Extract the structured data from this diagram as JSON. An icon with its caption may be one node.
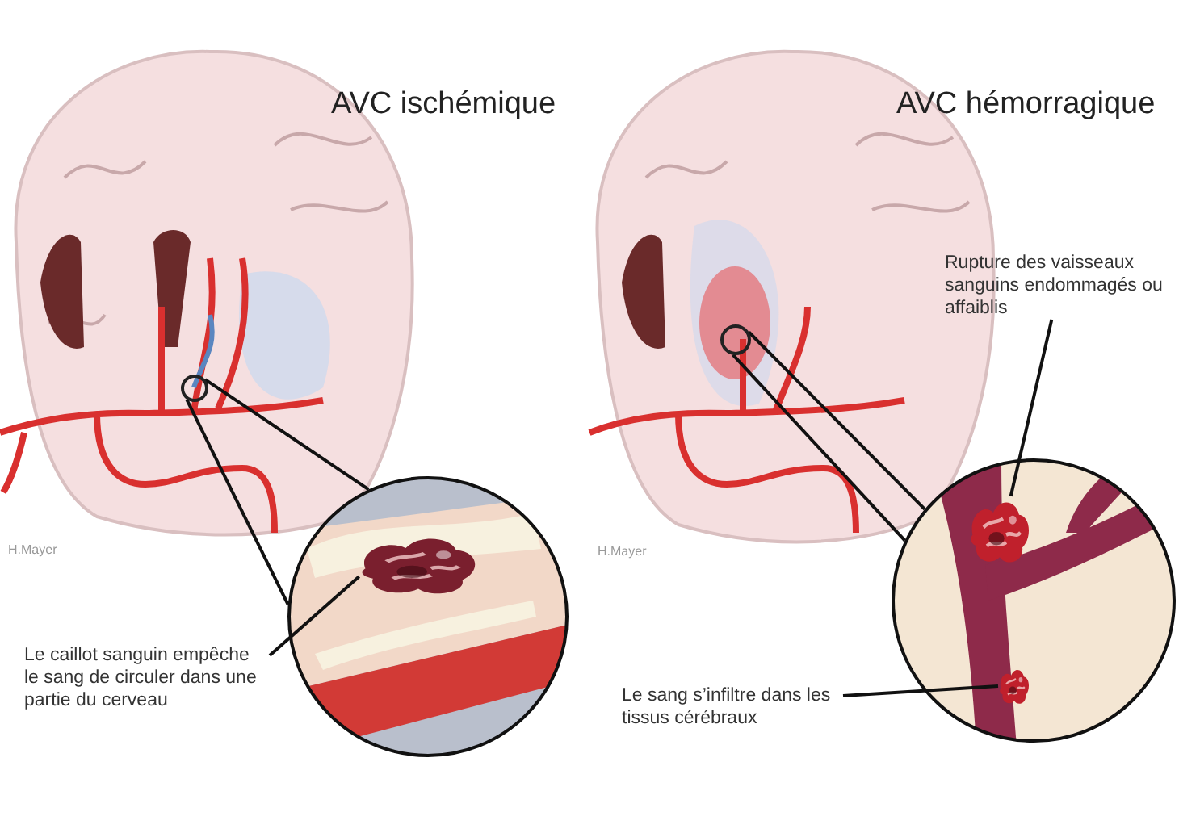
{
  "diagram": {
    "nodes": [
      {
        "text": [],
        "shape": "circle"
      },
      {
        "text": [],
        "shape": "circle"
      },
      {
        "text": [],
        "shape": "picture",
        "in": 1
      },
      {
        "text": [
          "Le caillot sanguin empêche le sang de circuler dans une partie du cerveau"
        ]
      },
      {
        "text": [],
        "shape": "circle"
      },
      {
        "text": [],
        "shape": "circle"
      },
      {
        "text": [],
        "shape": "picture",
        "in": 5
      },
      {
        "text": [
          "Rupture des vaisseaux sanguins endommagés ou affaiblis"
        ]
      },
      {
        "text": [],
        "shape": "picture",
        "in": 5
      },
      {
        "text": [
          "Le sang s’infiltre dans les tissus cérébraux"
        ]
      }
    ],
    "edges": [
      {
        "from": 0,
        "to": 1,
        "arrow": "none"
      },
      {
        "from": 0,
        "to": 1,
        "arrow": "none"
      },
      {
        "from": 3,
        "to": 2,
        "arrow": "none"
      },
      {
        "from": 4,
        "to": 5,
        "arrow": "none"
      },
      {
        "from": 4,
        "to": 5,
        "arrow": "none"
      },
      {
        "from": 7,
        "to": 6,
        "arrow": "none"
      },
      {
        "from": 9,
        "to": 8,
        "arrow": "none"
      }
    ],
    "labels": [
      "AVC ischémique",
      "AVC hémorragique",
      "H.Mayer",
      "H.Mayer"
    ]
  }
}
